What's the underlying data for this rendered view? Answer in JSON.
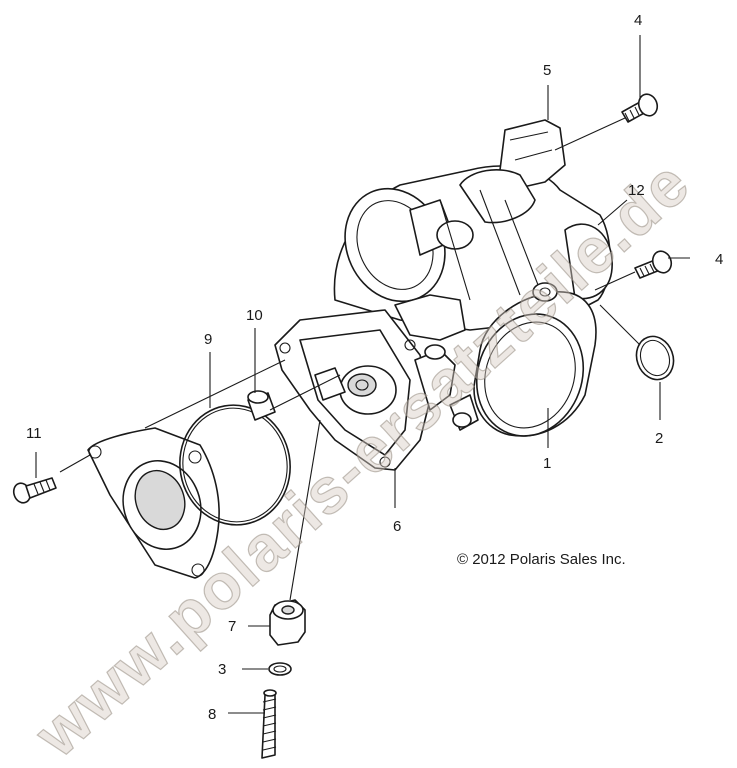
{
  "watermark": "www.polaris-ersatzteile.de",
  "copyright": "© 2012 Polaris Sales Inc.",
  "callouts": {
    "c1": "1",
    "c2": "2",
    "c3": "3",
    "c4a": "4",
    "c4b": "4",
    "c5": "5",
    "c6": "6",
    "c7": "7",
    "c8": "8",
    "c9": "9",
    "c10": "10",
    "c11": "11",
    "c12": "12"
  }
}
